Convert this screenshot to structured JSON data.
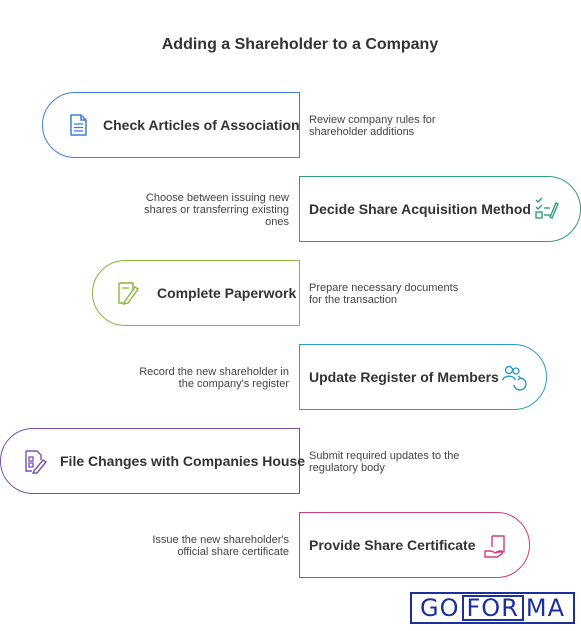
{
  "title": "Adding a Shareholder to a Company",
  "steps": [
    {
      "label": "Check Articles of Association",
      "desc_lines": [
        "Review company rules for",
        "shareholder additions"
      ],
      "color": "#3f7fd8",
      "icon": "document-icon"
    },
    {
      "label": "Decide Share Acquisition Method",
      "desc_lines": [
        "Choose between issuing new",
        "shares or transferring existing",
        "ones"
      ],
      "color": "#2f9e7a",
      "icon": "checklist-edit-icon"
    },
    {
      "label": "Complete Paperwork",
      "desc_lines": [
        "Prepare necessary documents",
        "for the transaction"
      ],
      "color": "#86b93a",
      "icon": "pencil-paper-icon"
    },
    {
      "label": "Update Register of Members",
      "desc_lines": [
        "Record the new shareholder in",
        "the company's register"
      ],
      "color": "#2a9cc8",
      "icon": "users-refresh-icon"
    },
    {
      "label": "File Changes with Companies House",
      "desc_lines": [
        "Submit required updates to the",
        "regulatory body"
      ],
      "color": "#7d4fb0",
      "icon": "file-edit-icon"
    },
    {
      "label": "Provide Share Certificate",
      "desc_lines": [
        "Issue the new shareholder's",
        "official share certificate"
      ],
      "color": "#cc3d7f",
      "icon": "certificate-hand-icon"
    }
  ],
  "logo": {
    "left": "GO",
    "mid": "FOR",
    "right": "MA"
  }
}
